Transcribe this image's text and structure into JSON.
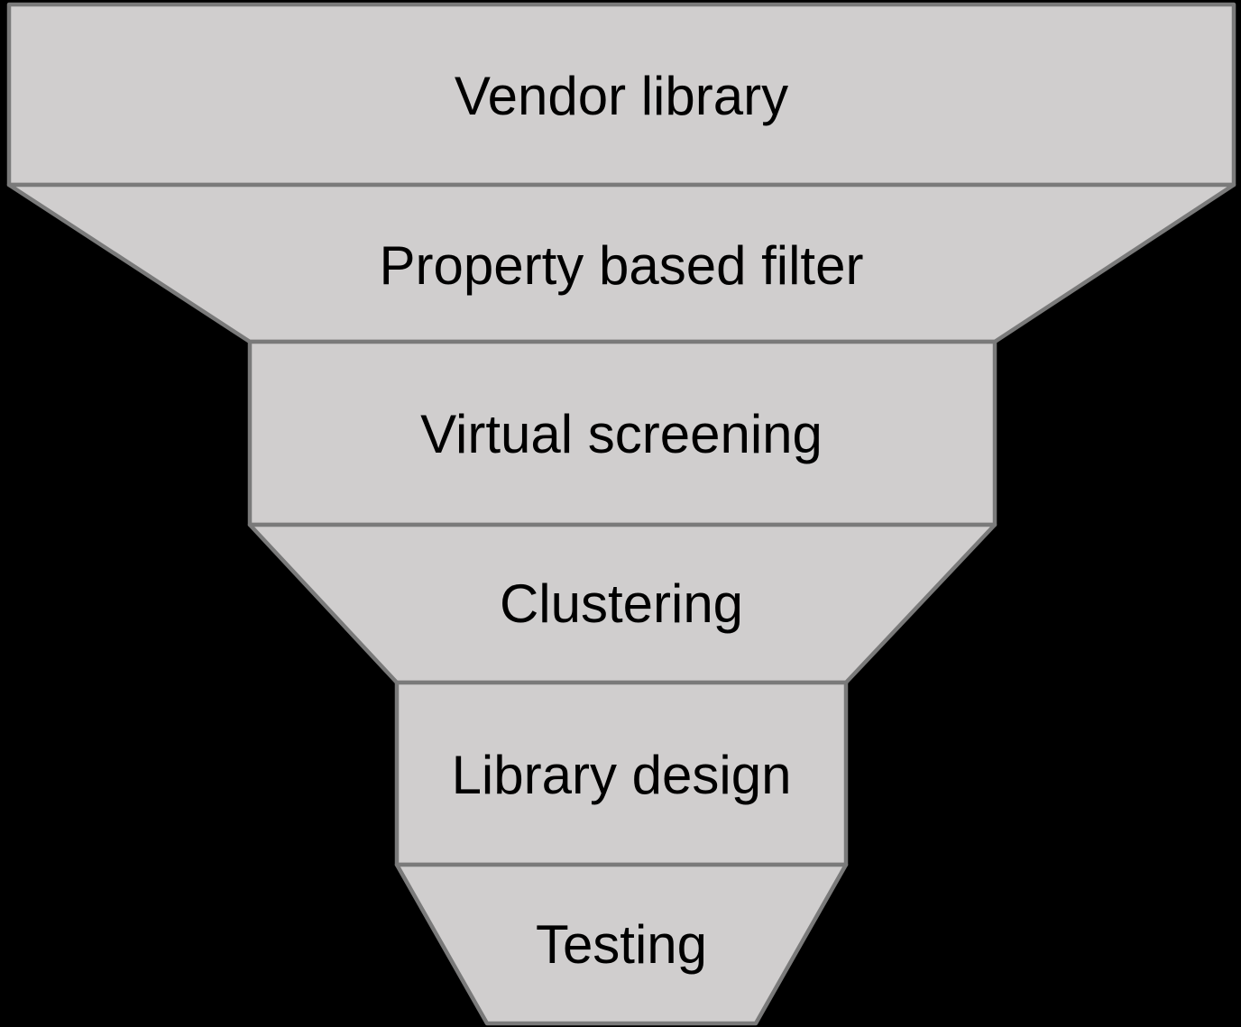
{
  "colors": {
    "background": "#000000",
    "segment_fill": "#d0cece",
    "segment_border": "#7a7a7a",
    "label_text": "#000000"
  },
  "funnel": {
    "type": "funnel-diagram",
    "segments": [
      {
        "label": "Vendor library"
      },
      {
        "label": "Property based filter"
      },
      {
        "label": "Virtual screening"
      },
      {
        "label": "Clustering"
      },
      {
        "label": "Library design"
      },
      {
        "label": "Testing"
      }
    ]
  }
}
